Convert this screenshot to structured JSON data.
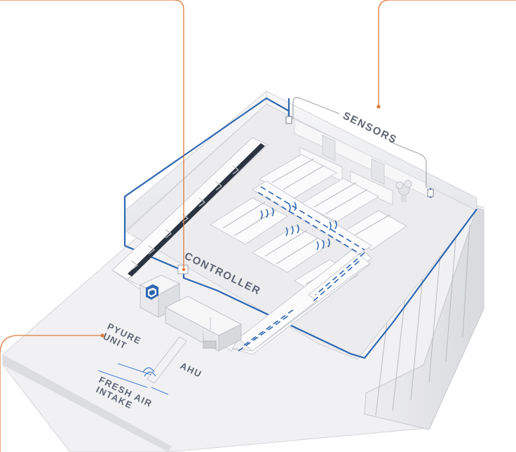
{
  "labels": {
    "sensors": "SENSORS",
    "controller": "CONTROLLER",
    "pyure_unit_line1": "PYURE",
    "pyure_unit_line2": "UNIT",
    "ahu": "AHU",
    "fresh_air_line1": "FRESH AIR",
    "fresh_air_line2": "INTAKE"
  },
  "colors": {
    "callout": "#e07a3a",
    "duct_blue": "#2f67b1",
    "airflow_blue": "#4a7fd0",
    "label_grey": "#5e6474",
    "floor": "#ececee",
    "wall": "#f6f6f7",
    "duct": "#fbfbfc",
    "outline": "#c9cbd0",
    "dark_duct": "#2c3340"
  },
  "icons": {
    "pyure_unit": "pyure-shield-icon",
    "airflow": "airflow-wave-icon",
    "sensor": "sensor-box-icon",
    "plant": "plant-icon"
  }
}
